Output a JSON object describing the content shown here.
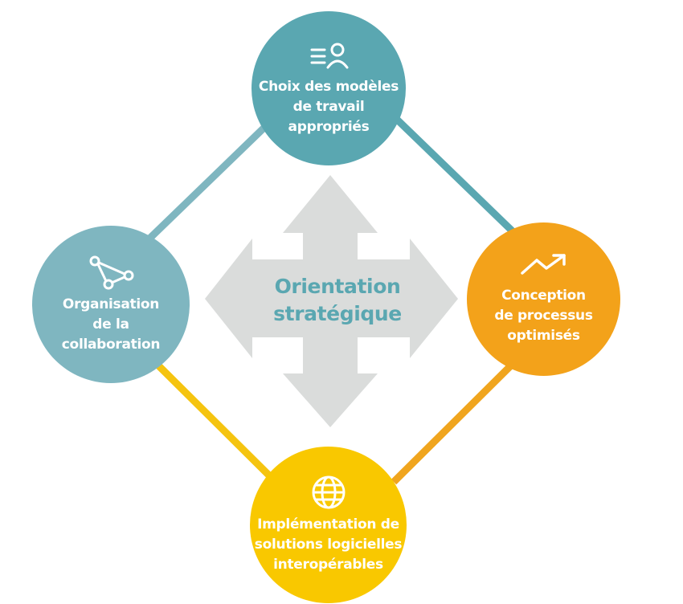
{
  "center": {
    "lines": [
      "Orientation",
      "stratégique"
    ]
  },
  "nodes": {
    "top": {
      "lines": [
        "Choix des modèles",
        "de travail",
        "appropriés"
      ],
      "icon": "list-user-icon"
    },
    "right": {
      "lines": [
        "Conception",
        "de processus",
        "optimisés"
      ],
      "icon": "trend-up-icon"
    },
    "bottom": {
      "lines": [
        "Implémentation de",
        "solutions logicielles",
        "interopérables"
      ],
      "icon": "globe-icon"
    },
    "left": {
      "lines": [
        "Organisation",
        "de la",
        "collaboration"
      ],
      "icon": "network-icon"
    }
  },
  "colors": {
    "teal": "#5aa7b1",
    "teal_light": "#7fb6c0",
    "orange": "#f3a21a",
    "yellow": "#f9c800",
    "arrow_gray": "#dadcdb",
    "center_text": "#5aa7b1",
    "line_teal": "#6aaeb6",
    "line_yellow": "#f5c410",
    "line_orange": "#f0a51e"
  }
}
